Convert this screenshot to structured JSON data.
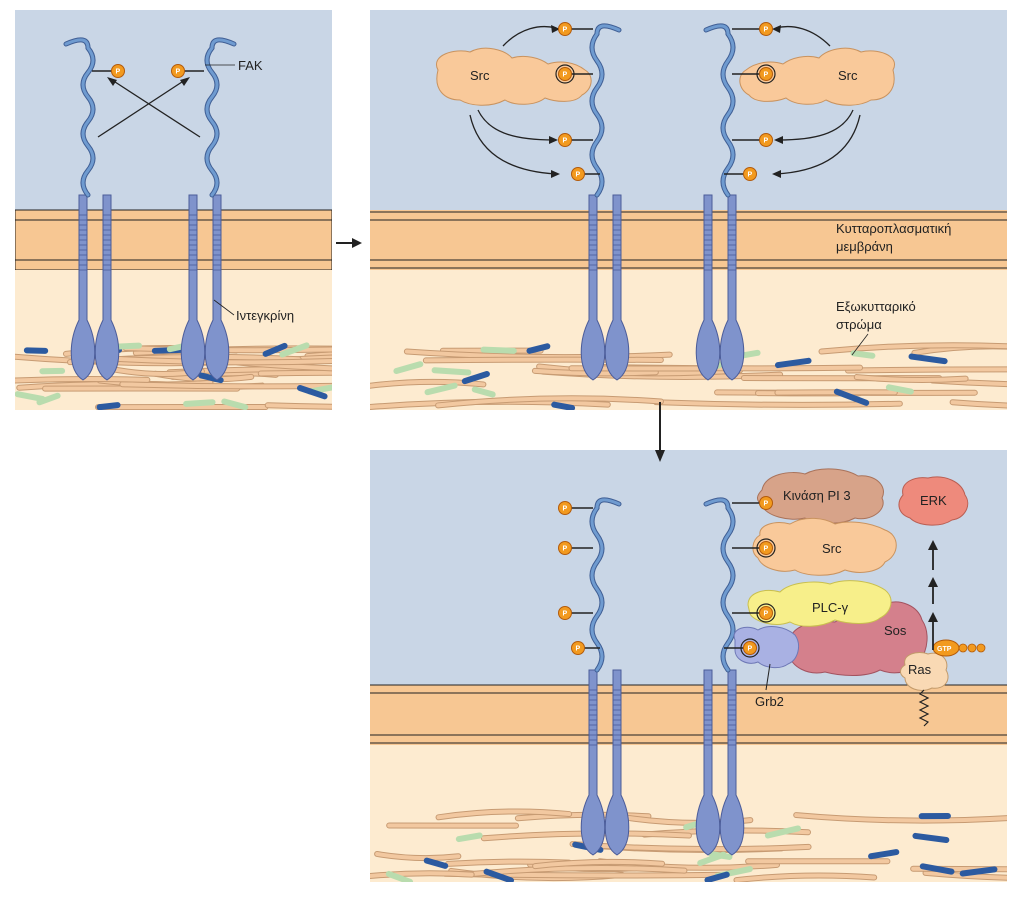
{
  "labels": {
    "fak": "FAK",
    "integrin": "Ιντεγκρίνη",
    "src_left": "Src",
    "src_right": "Src",
    "src_bottom": "Src",
    "membrane_line1": "Κυτταροπλασματική",
    "membrane_line2": "μεμβράνη",
    "ecm_line1": "Εξωκυτταρικό",
    "ecm_line2": "στρώμα",
    "pi3k": "Κινάση PI 3",
    "erk": "ERK",
    "plc": "PLC-γ",
    "sos": "Sos",
    "ras": "Ras",
    "gtp": "GTP",
    "grb2": "Grb2",
    "phospho": "P"
  },
  "colors": {
    "cytoplasm": "#c9d6e6",
    "membrane_band": "#f7c793",
    "ecm": "#fdebd0",
    "integrin": "#7f93cc",
    "fak_line": "#6f9bd0",
    "phospho": "#f29a1f",
    "src": "#f9c99a",
    "pi3k": "#d7a389",
    "plc": "#f7ef8a",
    "sos": "#d4808c",
    "grb2": "#a9b1e3",
    "erk": "#ee8a7c",
    "ras": "#f9d9b4",
    "fiber_tan": "#f2c8a0",
    "fiber_blue": "#2c5aa0",
    "fiber_green": "#b9dcae"
  }
}
